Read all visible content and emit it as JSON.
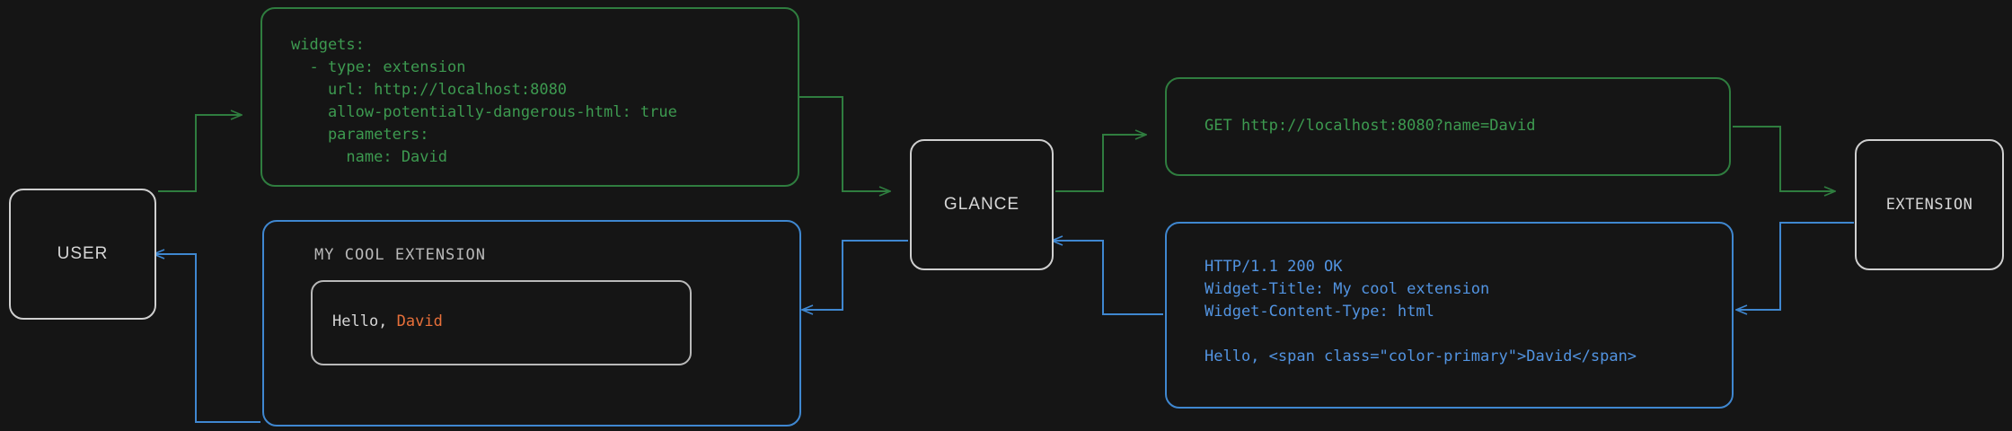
{
  "theme": {
    "background": "#151515",
    "node_border": "#cfcfcf",
    "node_label": "#d6d6d6",
    "request_green": "#3d9a50",
    "request_border_green": "#2f7d3f",
    "response_blue": "#5294e2",
    "response_border_blue": "#3f87d0",
    "accent_orange": "#e8703a",
    "preview_text": "#d6d6d6"
  },
  "nodes": {
    "user": "USER",
    "glance": "GLANCE",
    "extension": "EXTENSION"
  },
  "panels": {
    "yaml_config": "widgets:\n  - type: extension\n    url: http://localhost:8080\n    allow-potentially-dangerous-html: true\n    parameters:\n      name: David",
    "http_request": "GET http://localhost:8080?name=David",
    "http_response": "HTTP/1.1 200 OK\nWidget-Title: My cool extension\nWidget-Content-Type: html\n\nHello, <span class=\"color-primary\">David</span>"
  },
  "preview": {
    "title": "MY COOL EXTENSION",
    "greeting_prefix": "Hello, ",
    "greeting_name": "David"
  },
  "flow": {
    "request_color": "#3d9a50",
    "response_color": "#5294e2",
    "request_direction": "left-to-right",
    "response_direction": "right-to-left"
  }
}
